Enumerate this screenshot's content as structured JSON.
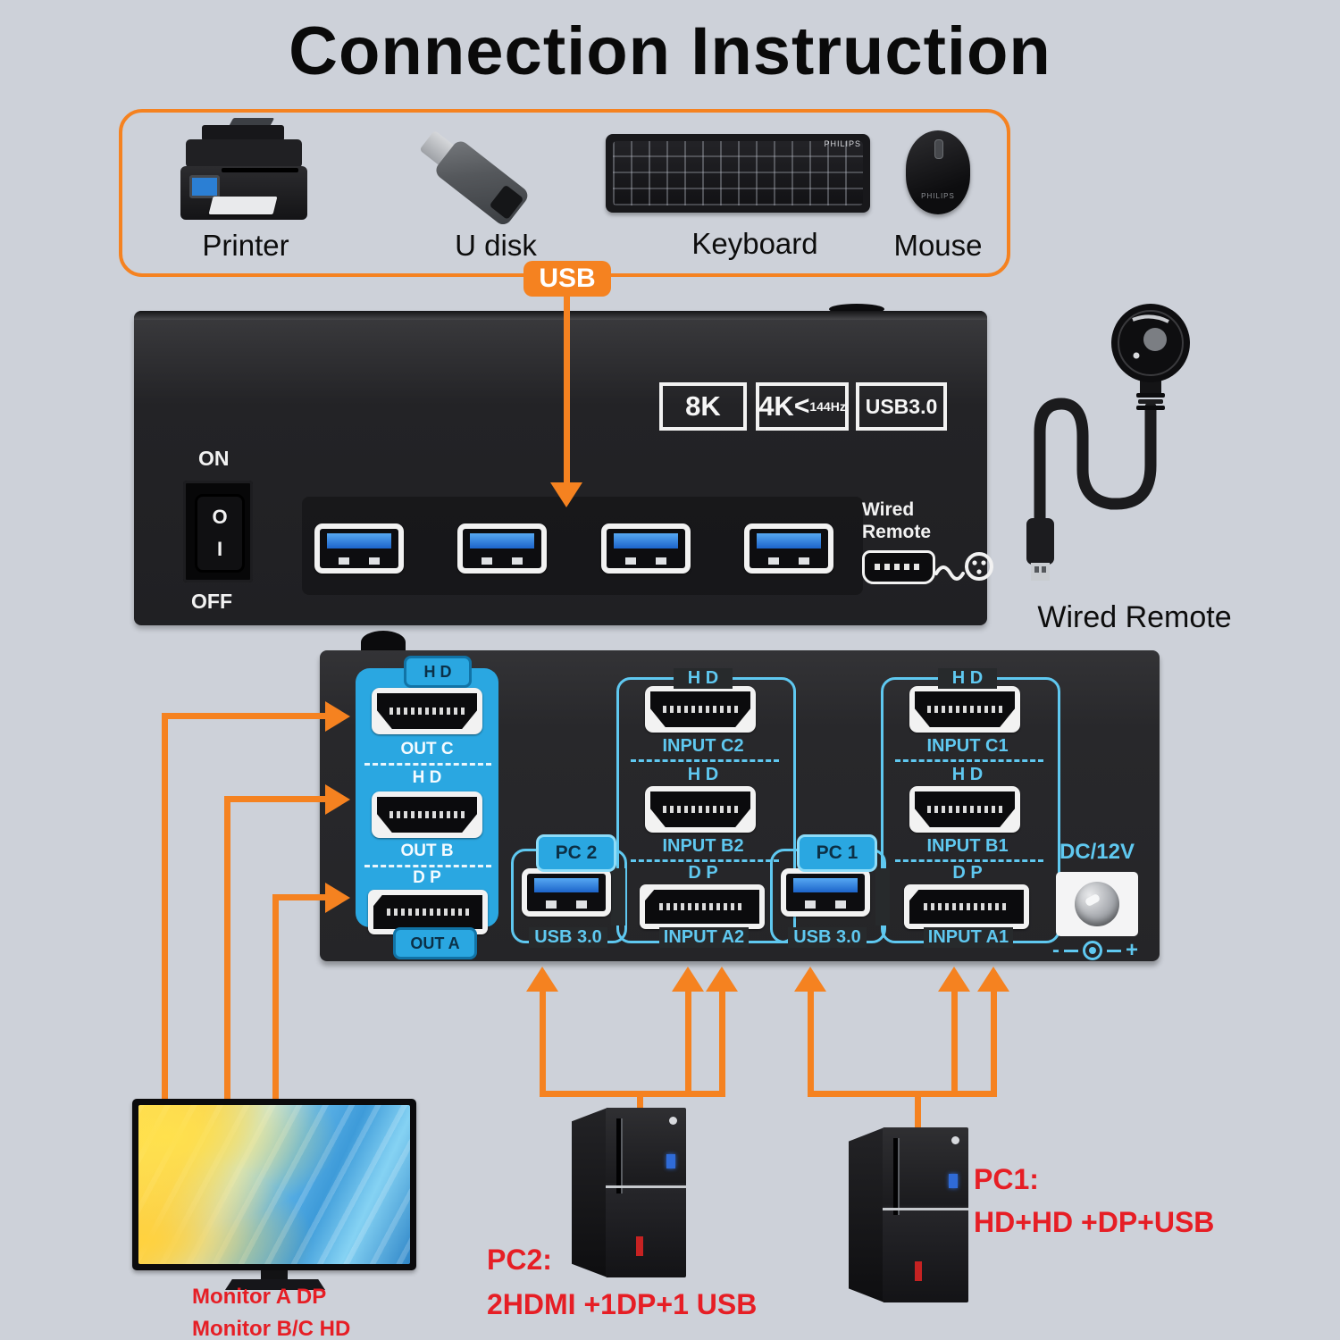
{
  "title": "Connection Instruction",
  "colors": {
    "accent_orange": "#F58220",
    "panel_blue": "#2AA7E1",
    "label_cyan": "#5FC8F0",
    "alert_red": "#E61E25",
    "usb_blue": "#2F7FE0"
  },
  "per": {
    "printer": "Printer",
    "udisk": "U disk",
    "keyboard": "Keyboard",
    "mouse": "Mouse",
    "usb": "USB",
    "brand": "PHILIPS"
  },
  "top": {
    "b8k": "8K",
    "b4k": "4K",
    "chev": "<",
    "b4khz": "144Hz",
    "busb": "USB3.0",
    "on": "ON",
    "off": "OFF",
    "o": "O",
    "i": "I",
    "wr1": "Wired",
    "wr2": "Remote"
  },
  "remote": {
    "label": "Wired Remote"
  },
  "bk": {
    "hd_tag": "H D",
    "outc": "OUT C",
    "hd_mid": "H D",
    "outb": "OUT B",
    "dp_out": "D P",
    "outa": "OUT A",
    "p2": {
      "hd1": "H D",
      "inc": "INPUT C2",
      "hd2": "H D",
      "inb": "INPUT B2",
      "dp": "D P",
      "ina": "INPUT A2",
      "tag": "PC 2",
      "usb": "USB 3.0"
    },
    "p1": {
      "hd1": "H D",
      "inc": "INPUT C1",
      "hd2": "H D",
      "inb": "INPUT B1",
      "dp": "D P",
      "ina": "INPUT A1",
      "tag": "PC 1",
      "usb": "USB 3.0"
    },
    "dc": "DC/12V",
    "minus": "-",
    "plus": "+"
  },
  "mon": {
    "l1": "Monitor A  DP",
    "l2": "Monitor B/C HD"
  },
  "cap2": {
    "t": "PC2:",
    "s": "2HDMI +1DP+1 USB"
  },
  "cap1": {
    "t": "PC1:",
    "s": "HD+HD +DP+USB"
  }
}
